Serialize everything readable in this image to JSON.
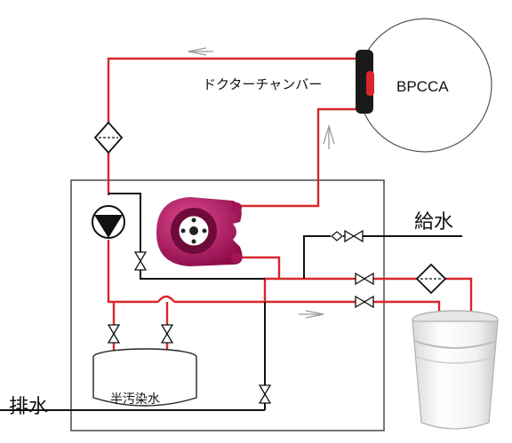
{
  "labels": {
    "doctor_chamber": "ドクターチャンバー",
    "bpcca": "BPCCA",
    "water_supply": "給水",
    "drain": "排水",
    "semi_dirty_water": "半汚染水"
  },
  "colors": {
    "red_line": "#d8262b",
    "black_line": "#111111",
    "pump_magenta": "#b0135e",
    "frame_gray": "#555555"
  },
  "icons": [
    "roller-icon",
    "chamber-block-icon",
    "filter-icon",
    "pump-icon",
    "peristaltic-pump-icon",
    "valve-icon",
    "bucket-icon",
    "tank-icon",
    "flow-arrow-icon"
  ]
}
